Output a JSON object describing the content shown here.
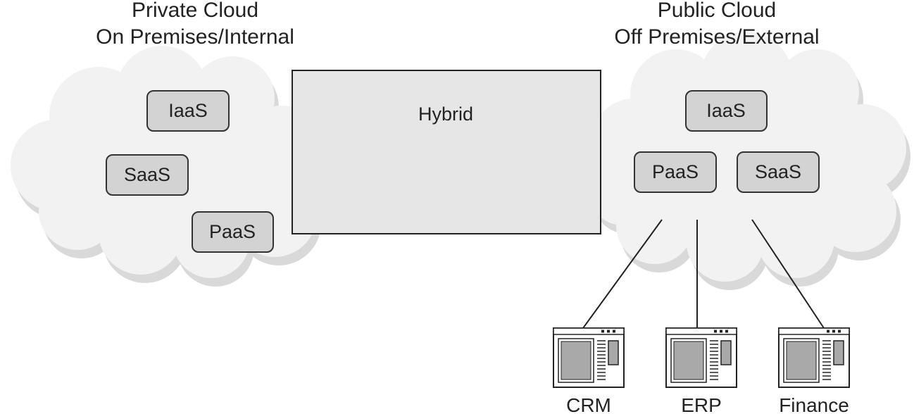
{
  "private_cloud": {
    "title_line1": "Private Cloud",
    "title_line2": "On Premises/Internal",
    "services": [
      "IaaS",
      "SaaS",
      "PaaS"
    ]
  },
  "hybrid": {
    "label": "Hybrid"
  },
  "public_cloud": {
    "title_line1": "Public Cloud",
    "title_line2": "Off Premises/External",
    "services": [
      "IaaS",
      "PaaS",
      "SaaS"
    ]
  },
  "applications": [
    "CRM",
    "ERP",
    "Finance"
  ],
  "colors": {
    "cloud_fill": "#f2f2f2",
    "cloud_shadow": "#d9d9d9",
    "service_box_fill": "#d3d3d3",
    "hybrid_fill": "#e6e6e6",
    "stroke": "#222222"
  }
}
